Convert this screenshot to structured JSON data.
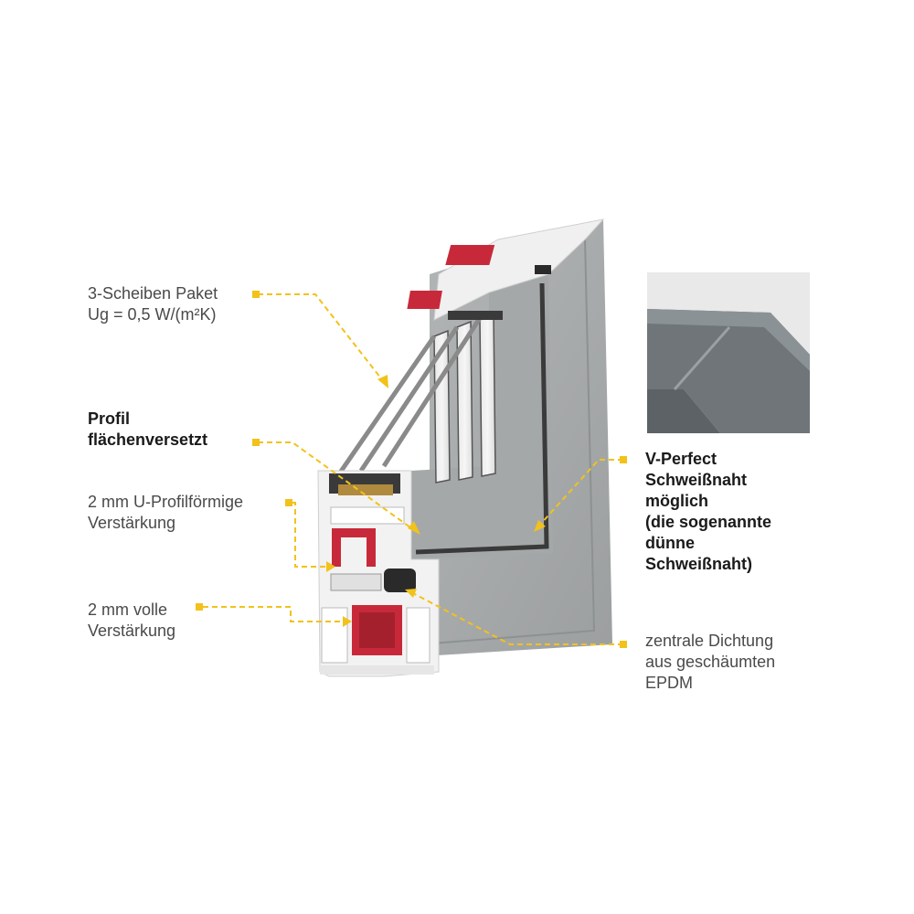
{
  "colors": {
    "accent": "#f2c21b",
    "profile_grey": "#a9acad",
    "reinforcement_red": "#c8293a",
    "pvc_white": "#f2f2f2",
    "gasket_black": "#2a2a2a"
  },
  "callouts": {
    "glazing": {
      "line1": "3-Scheiben Paket",
      "line2": "Ug = 0,5 W/(m²K)"
    },
    "profile": {
      "line1": "Profil",
      "line2": "flächenversetzt"
    },
    "u_reinforcement": {
      "line1": "2 mm U-Profilförmige",
      "line2": "Verstärkung"
    },
    "full_reinforcement": {
      "line1": "2 mm volle",
      "line2": "Verstärkung"
    },
    "weld": {
      "line1": "V-Perfect",
      "line2": "Schweißnaht",
      "line3": "möglich",
      "line4": "(die sogenannte",
      "line5": "dünne",
      "line6": "Schweißnaht)"
    },
    "gasket": {
      "line1": "zentrale Dichtung",
      "line2": "aus geschäumten",
      "line3": "EPDM"
    }
  },
  "icons": {
    "bullet": "square-bullet-icon",
    "arrow": "arrow-head-icon"
  }
}
